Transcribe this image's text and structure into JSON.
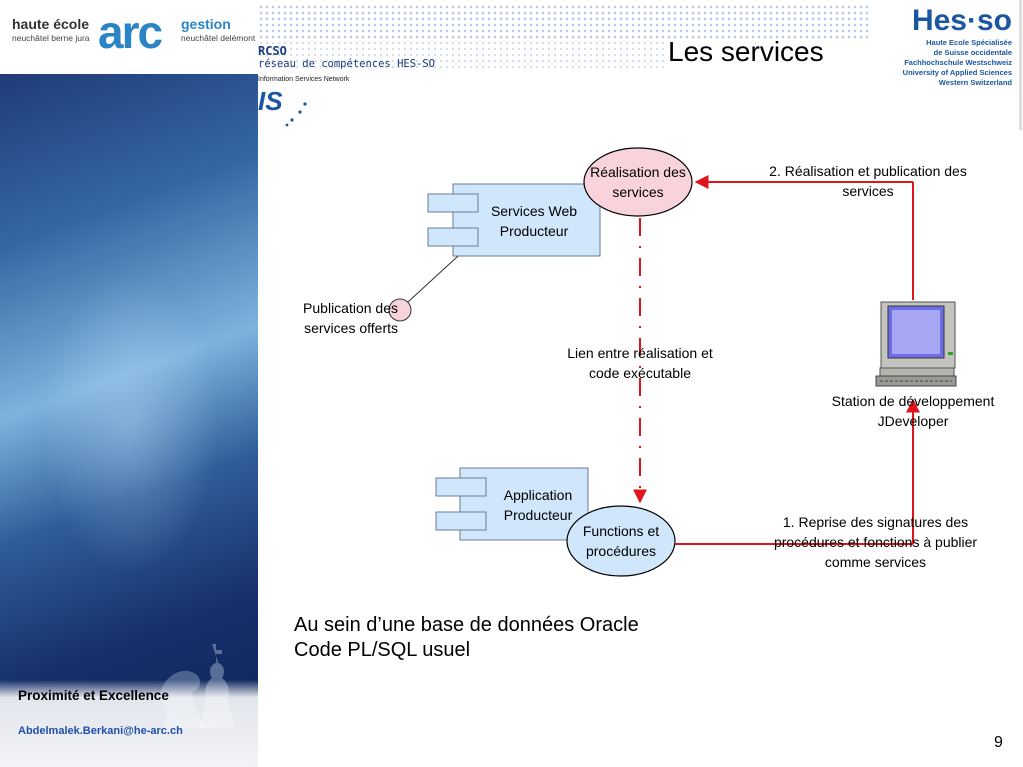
{
  "header": {
    "arc_left_title": "haute école",
    "arc_left_sub": "neuchâtel berne jura",
    "arc_word": "arc",
    "arc_right_title": "gestion",
    "arc_right_sub": "neuchâtel delémont",
    "rcso_title": "RCSO",
    "rcso_sub": "réseau de compétences HES-SO",
    "isn": "Information Services Network",
    "is_logo": "IS",
    "hesso_logo": "Hes·so",
    "hesso_lines": [
      "Haute Ecole Spécialisée",
      "de Suisse occidentale",
      "Fachhochschule Westschweiz",
      "University of Applied Sciences",
      "Western Switzerland"
    ]
  },
  "page_title": "Les services",
  "diagram": {
    "realisation": "Réalisation des services",
    "services_web": "Services Web Producteur",
    "publication": "Publication des services offerts",
    "lien": "Lien entre réalisation et code exécutable",
    "step2": "2. Réalisation et publication des services",
    "station": "Station de développement JDeveloper",
    "application": "Application Producteur",
    "functions": "Functions et procédures",
    "step1": "1. Reprise des signatures des procédures et fonctions à publier comme services"
  },
  "subtitle_line1": "Au sein d’une base de données Oracle",
  "subtitle_line2": "Code PL/SQL usuel",
  "footer": {
    "slogan": "Proximité et Excellence",
    "email": "Abdelmalek.Berkani@he-arc.ch"
  },
  "page_number": "9",
  "colors": {
    "arrow_red": "#e0151c",
    "ellipse_pink": "#f8d3dc",
    "ellipse_blue": "#cfe6fb",
    "component_blue": "#cfe6fb"
  }
}
